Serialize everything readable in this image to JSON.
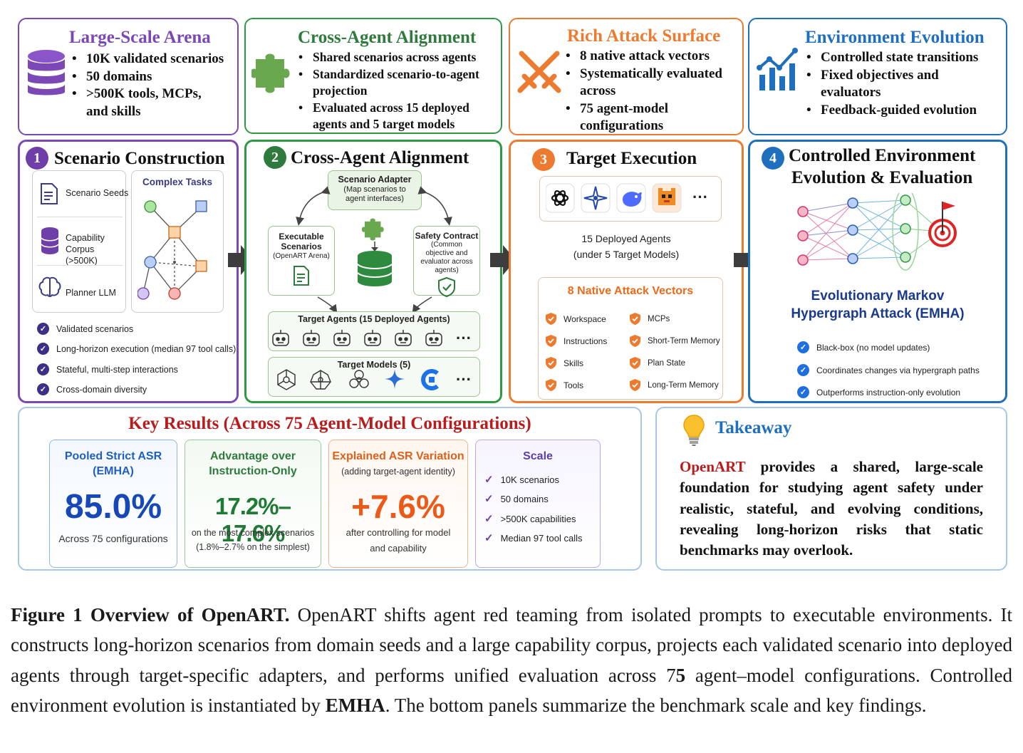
{
  "colors": {
    "purple": "#7b48b5",
    "green": "#2e9a44",
    "orange": "#ec7b30",
    "blue": "#1f6fbf",
    "light_blue_border": "#a9c6e6",
    "red_title": "#b91c1c",
    "teal": "#2f8a66"
  },
  "top": {
    "arena": {
      "title": "Large-Scale Arena",
      "items": [
        "10K validated scenarios",
        "50 domains",
        ">500K tools, MCPs, and skills"
      ],
      "icon": "database-icon"
    },
    "alignment": {
      "title": "Cross-Agent Alignment",
      "items": [
        "Shared scenarios across agents",
        "Standardized scenario-to-agent projection",
        "Evaluated across 15 deployed agents and 5 target models"
      ],
      "icon": "puzzle-icon"
    },
    "attack": {
      "title": "Rich Attack Surface",
      "items": [
        "8 native attack vectors",
        "Systematically evaluated across",
        "75 agent-model configurations"
      ],
      "icon": "crossed-swords-icon"
    },
    "evolution": {
      "title": "Environment Evolution",
      "items": [
        "Controlled state transitions",
        "Fixed objectives and evaluators",
        "Feedback-guided evolution"
      ],
      "icon": "trend-chart-icon"
    }
  },
  "stage1": {
    "num": "1",
    "title": "Scenario Construction",
    "left_items": [
      "Scenario Seeds",
      "Capability Corpus (>500K)",
      "Planner LLM"
    ],
    "complex_title": "Complex Tasks",
    "checks": [
      "Validated scenarios",
      "Long-horizon execution (median 97 tool calls)",
      "Stateful, multi-step interactions",
      "Cross-domain diversity"
    ]
  },
  "stage2": {
    "num": "2",
    "title": "Cross-Agent Alignment",
    "adapter_title": "Scenario Adapter",
    "adapter_sub": "(Map scenarios to agent interfaces)",
    "exec_title": "Executable Scenarios",
    "exec_sub": "(OpenART Arena)",
    "safety_title": "Safety Contract",
    "safety_sub": "(Common objective and evaluator across agents)",
    "agents_title": "Target Agents (15 Deployed Agents)",
    "models_title": "Target Models (5)",
    "ellipsis": "···"
  },
  "stage3": {
    "num": "3",
    "title": "Target Execution",
    "deployed": "15 Deployed Agents",
    "deployed_sub": "(under 5 Target Models)",
    "vectors_title": "8 Native Attack Vectors",
    "vectors_left": [
      "Workspace",
      "Instructions",
      "Skills",
      "Tools"
    ],
    "vectors_right": [
      "MCPs",
      "Short-Term Memory",
      "Plan State",
      "Long-Term Memory"
    ],
    "ellipsis": "···"
  },
  "stage4": {
    "num": "4",
    "title_line1": "Controlled Environment",
    "title_line2": "Evolution & Evaluation",
    "emha_line1": "Evolutionary Markov",
    "emha_line2": "Hypergraph Attack (EMHA)",
    "checks": [
      "Black-box (no model updates)",
      "Coordinates changes via hypergraph paths",
      "Outperforms instruction-only evolution"
    ]
  },
  "results": {
    "title": "Key Results (Across 75 Agent-Model Configurations)",
    "card1": {
      "head1": "Pooled Strict ASR",
      "head2": "(EMHA)",
      "big": "85.0%",
      "sub": "Across 75 configurations"
    },
    "card2": {
      "head1": "Advantage over",
      "head2": "Instruction-Only",
      "big": "17.2%–17.6%",
      "sub1": "on the most complex scenarios",
      "sub2": "(1.8%–2.7% on the simplest)"
    },
    "card3": {
      "head1": "Explained ASR Variation",
      "head2": "(adding target-agent identity)",
      "big": "+7.6%",
      "sub1": "after controlling for model",
      "sub2": "and capability"
    },
    "card4": {
      "head": "Scale",
      "items": [
        "10K scenarios",
        "50 domains",
        ">500K capabilities",
        "Median 97 tool calls"
      ]
    }
  },
  "takeaway": {
    "title": "Takeaway",
    "brand": "OpenART",
    "text": " provides a shared, large-scale foundation for studying agent safety under realistic, stateful, and evolving conditions, revealing long-horizon risks that static benchmarks may overlook."
  },
  "caption": {
    "label": "Figure 1 Overview of OpenART.",
    "part1": " OpenART shifts agent red teaming from isolated prompts to executable environments. It constructs long-horizon scenarios from domain seeds and a large capability corpus, projects each validated scenario into deployed agents through target-specific adapters, and performs unified evaluation across 7",
    "bold5": "5",
    "part2": " agent–model configurations. Controlled environment evolution is instantiated by ",
    "emha": "EMHA",
    "part3": ". The bottom panels summarize the benchmark scale and key findings."
  }
}
